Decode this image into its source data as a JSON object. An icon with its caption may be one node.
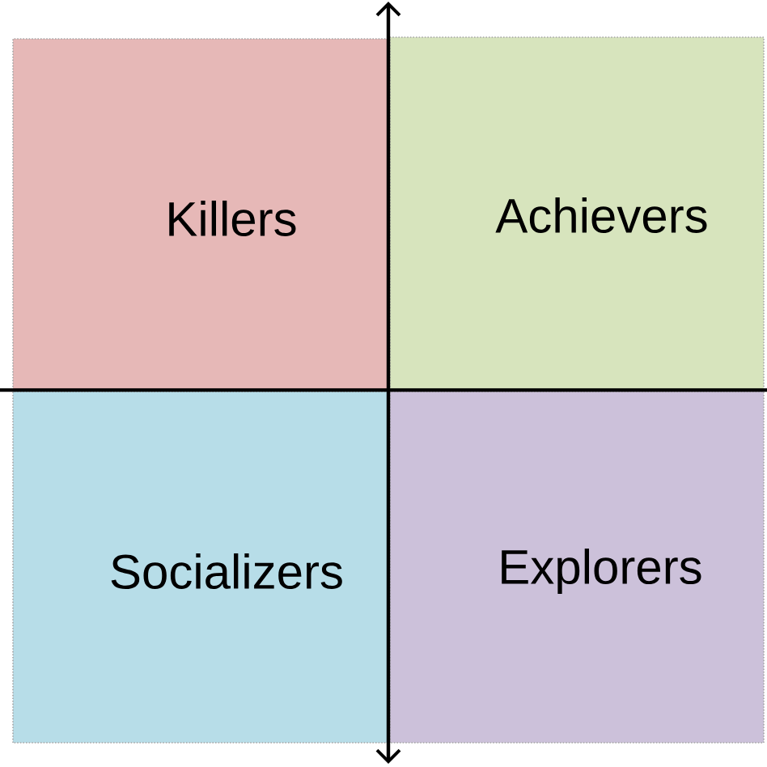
{
  "diagram": {
    "nodes": [
      {
        "text": [
          "Killers"
        ]
      },
      {
        "text": [
          "Achievers"
        ]
      },
      {
        "text": [
          "Socializers"
        ]
      },
      {
        "text": [
          "Explorers"
        ]
      }
    ]
  }
}
